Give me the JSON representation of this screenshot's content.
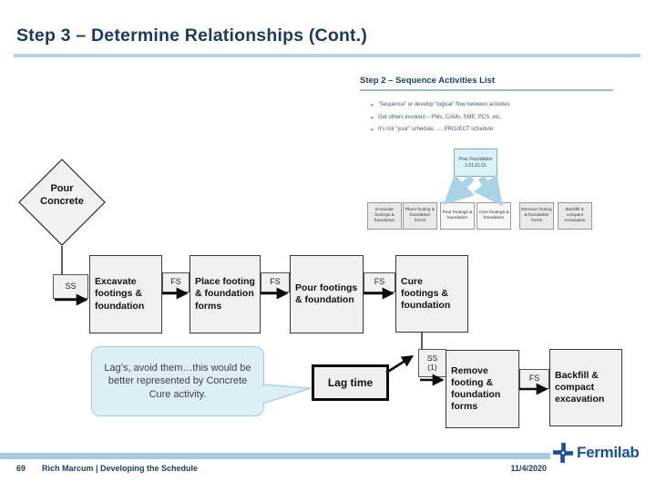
{
  "title": "Step 3 – Determine Relationships (Cont.)",
  "glyphs": {
    "bullet_arrow": "➢"
  },
  "embedded_slide": {
    "title": "Step 2 – Sequence Activities List",
    "bullets": [
      "“Sequence” or develop “logical” flow between activities",
      "Get others involved – PMs, CAMs, SME, PCS, etc.",
      "It’s not “your” schedule……PROJECT schedule"
    ],
    "root_box": {
      "name": "Pour Foundation",
      "wbs": "1.01.01.01"
    },
    "activity_boxes": [
      "Excavate footings & foundation",
      "Place footing & foundation forms",
      "Pour footings & foundation",
      "Cure footings & foundation",
      "Remove footing & foundation forms",
      "Backfill & compact excavation"
    ]
  },
  "diagram": {
    "decision_label": "Pour Concrete",
    "activities": [
      "Excavate footings & foundation",
      "Place footing & foundation forms",
      "Pour footings & foundation",
      "Cure footings & foundation",
      "Remove footing & foundation forms",
      "Backfill & compact excavation"
    ],
    "relationships": {
      "ss": "SS",
      "fs1": "FS",
      "fs2": "FS",
      "fs3": "FS",
      "ss1_label": "SS",
      "ss1_lag": "(1)",
      "fs4": "FS"
    },
    "lag_box_label": "Lag time",
    "callout_text": "Lag’s, avoid them…this would be better represented by Concrete Cure activity."
  },
  "footer": {
    "page_number": "69",
    "credit": "Rich Marcum | Developing the Schedule",
    "date": "11/4/2020",
    "logo_text": "Fermilab"
  },
  "colors": {
    "title_navy": "#1c3a5e",
    "underline_blue": "#b5d3e8",
    "footer_bar_blue": "#a5cbe0",
    "callout_fill": "#ddeef7",
    "box_fill": "#f1f1f1",
    "mini_root_fill": "#d9f1f7",
    "mini_arrow_blue": "#a9d4e6",
    "logo_blue": "#1b4e9b"
  }
}
